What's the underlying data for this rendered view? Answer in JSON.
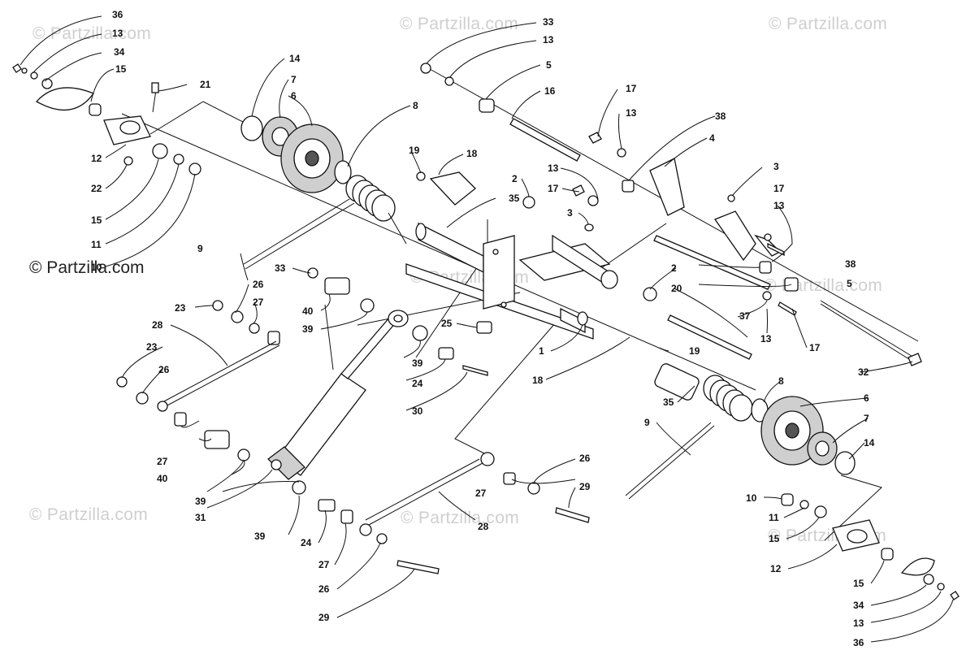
{
  "watermarks": {
    "dim": "© Partzilla.com",
    "strong": "© Partzilla.com"
  },
  "labels": {
    "l36a": "36",
    "l13a": "13",
    "l34a": "34",
    "l15a": "15",
    "l21": "21",
    "l12a": "12",
    "l22": "22",
    "l15b": "15",
    "l11a": "11",
    "l10a": "10",
    "l14a": "14",
    "l7a": "7",
    "l6a": "6",
    "l8a": "8",
    "l33a": "33",
    "l13b": "13",
    "l5a": "5",
    "l16": "16",
    "l17a": "17",
    "l13c": "13",
    "l38a": "38",
    "l4": "4",
    "l19a": "19",
    "l18a": "18",
    "l2a": "2",
    "l35a": "35",
    "l13d": "13",
    "l17b": "17",
    "l3a": "3",
    "l3b": "3",
    "l17c": "17",
    "l13e": "13",
    "l9a": "9",
    "l33b": "33",
    "l26a": "26",
    "l27a": "27",
    "l23a": "23",
    "l40a": "40",
    "l39a": "39",
    "l28a": "28",
    "l23b": "23",
    "l26b": "26",
    "l39b": "39",
    "l24a": "24",
    "l30": "30",
    "l25": "25",
    "l1": "1",
    "l2b": "2",
    "l20": "20",
    "l38b": "38",
    "l5b": "5",
    "l37": "37",
    "l13f": "13",
    "l17d": "17",
    "l19b": "19",
    "l32": "32",
    "l18b": "18",
    "l35b": "35",
    "l8b": "8",
    "l9b": "9",
    "l6b": "6",
    "l7b": "7",
    "l14b": "14",
    "l27b": "27",
    "l40b": "40",
    "l39c": "39",
    "l31": "31",
    "l39d": "39",
    "l24b": "24",
    "l27c": "27",
    "l26c": "26",
    "l29a": "29",
    "l26d": "26",
    "l27d": "27",
    "l29b": "29",
    "l28b": "28",
    "l10b": "10",
    "l11b": "11",
    "l15c": "15",
    "l12b": "12",
    "l15d": "15",
    "l34b": "34",
    "l13g": "13",
    "l36b": "36"
  }
}
